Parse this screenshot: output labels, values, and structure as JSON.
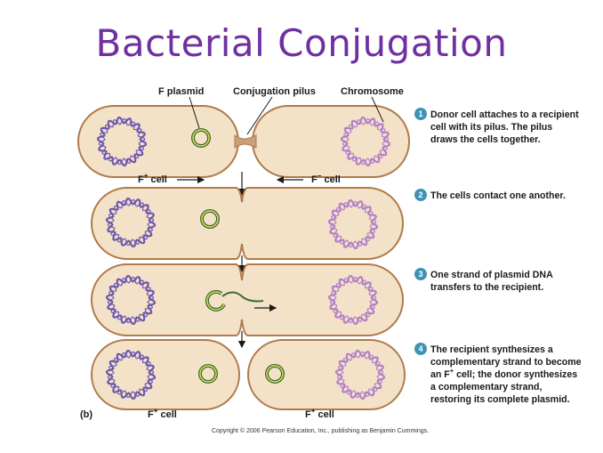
{
  "title": "Bacterial Conjugation",
  "colors": {
    "title": "#7030a0",
    "cell_fill": "#f3e2c8",
    "cell_stroke": "#b07a4a",
    "chromosome_donor": "#6d58b0",
    "chromosome_recipient": "#b57fc8",
    "plasmid_outer": "#3b6b3b",
    "plasmid_inner": "#e6e34a",
    "step_badge": "#3e93b5"
  },
  "labels": {
    "f_plasmid": "F plasmid",
    "pilus": "Conjugation pilus",
    "chromosome": "Chromosome",
    "f_plus": "F",
    "f_minus": "F",
    "sup_plus": "+",
    "sup_minus": "−",
    "panel": "(b)"
  },
  "steps": [
    {
      "num": "1",
      "lines": [
        "Donor cell attaches to a recipient",
        "cell with its pilus. The pilus",
        "draws the cells together."
      ]
    },
    {
      "num": "2",
      "lines": [
        "The cells contact one another."
      ]
    },
    {
      "num": "3",
      "lines": [
        "One strand of plasmid DNA",
        "transfers to the recipient."
      ]
    },
    {
      "num": "4",
      "lines": [
        "The recipient synthesizes a",
        "complementary strand to become",
        "an F",
        "+",
        " cell; the donor synthesizes",
        "a complementary strand,",
        "restoring its complete plasmid."
      ]
    }
  ],
  "copyright": "Copyright © 2006 Pearson Education, Inc., publishing as Benjamin Cummings."
}
